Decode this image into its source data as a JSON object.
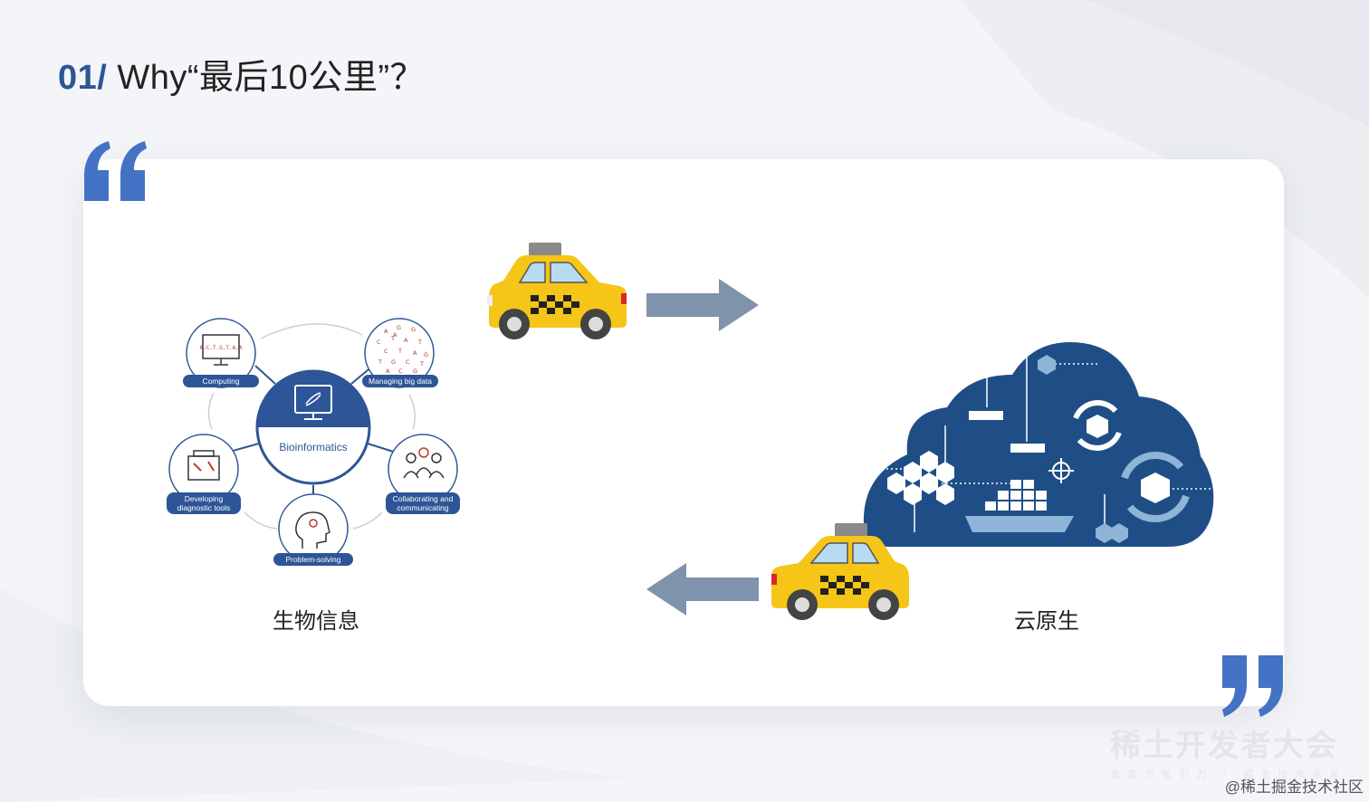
{
  "slide": {
    "title_number": "01/",
    "title_text": "Why“最后10公里”？",
    "caption_left": "生物信息",
    "caption_right": "云原生"
  },
  "diagram": {
    "center_label": "Bioinformatics",
    "nodes": {
      "computing": "Computing",
      "big_data": "Managing big data",
      "tools_line1": "Developing",
      "tools_line2": "diagnostic tools",
      "collab_line1": "Collaborating and",
      "collab_line2": "communicating",
      "problem": "Problem-solving"
    },
    "monitor_text": "A.C.T.G.T.A.A",
    "dna_letters": [
      "A",
      "G",
      "G",
      "C",
      "T",
      "A",
      "T",
      "C",
      "T",
      "A",
      "G",
      "T",
      "G",
      "C",
      "T",
      "A",
      "C",
      "G",
      "A"
    ]
  },
  "branding": {
    "event_name": "稀土开发者大会",
    "event_slogan": "激发万智引力 / 掘金技术未来",
    "watermark": "@稀土掘金技术社区"
  },
  "colors": {
    "title_blue": "#2d5597",
    "quote_blue": "#4472c4",
    "arrow_gray": "#7f93ad",
    "cloud_navy": "#1f4e87",
    "taxi_yellow": "#f5c518"
  },
  "icons": [
    "quote-open-icon",
    "quote-close-icon",
    "taxi-icon",
    "arrow-right-icon",
    "arrow-left-icon",
    "cloud-native-icon"
  ]
}
